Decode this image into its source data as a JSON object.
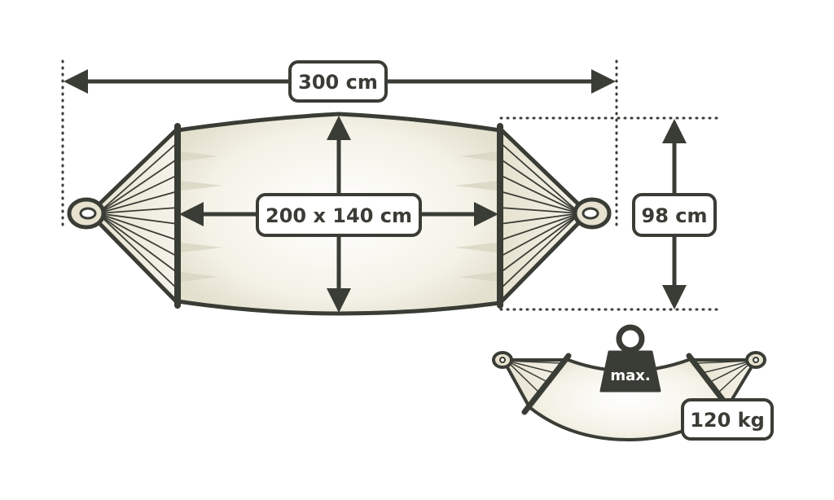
{
  "colors": {
    "ink": "#3a3d35",
    "fabric": "#f3f1e6",
    "fabric_shade": "#d9d6c3",
    "background": "#ffffff"
  },
  "labels": {
    "total_length": "300 cm",
    "bed_size": "200 x 140 cm",
    "width": "98 cm",
    "weight_badge": "max.",
    "max_load": "120 kg"
  }
}
